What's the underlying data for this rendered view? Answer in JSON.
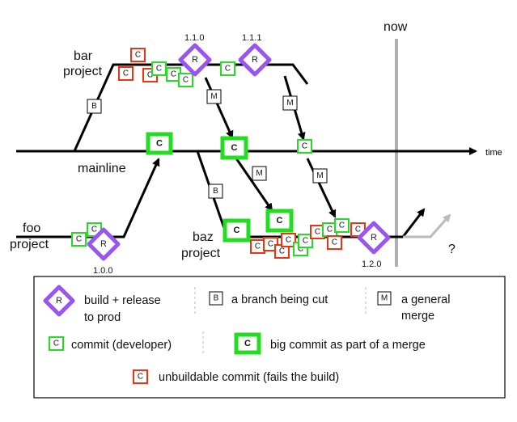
{
  "labels": {
    "now": "now",
    "time": "time",
    "bar_project": [
      "bar",
      "project"
    ],
    "mainline": "mainline",
    "foo_project": [
      "foo",
      "project"
    ],
    "baz_project": [
      "baz",
      "project"
    ],
    "question": "?"
  },
  "versions": {
    "v110": "1.1.0",
    "v111": "1.1.1",
    "v100": "1.0.0",
    "v120": "1.2.0"
  },
  "marks": {
    "commit": "C",
    "release": "R",
    "branch": "B",
    "merge": "M"
  },
  "legend": {
    "release": [
      "build + release",
      "to prod"
    ],
    "branch": "a branch being cut",
    "merge": [
      "a general",
      "merge"
    ],
    "commit": "commit (developer)",
    "big_commit": "big commit as part of a merge",
    "unbuildable": "unbuildable commit (fails the build)"
  },
  "colors": {
    "commit_green": "#22dd22",
    "unbuildable_red": "#ee3311",
    "release_purple": "#9955ee",
    "now_line_gray": "#b0b0b0"
  }
}
